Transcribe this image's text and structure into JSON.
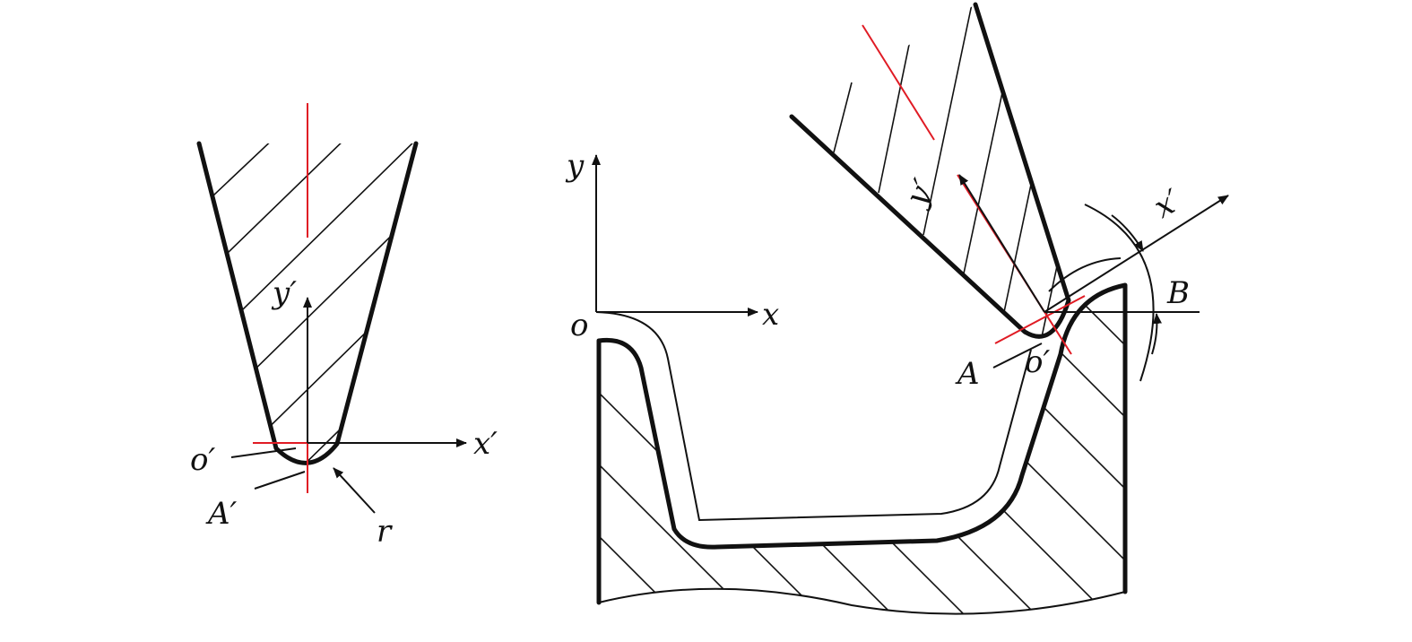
{
  "colors": {
    "line": "#111111",
    "centerline": "#e01b24",
    "background": "#ffffff"
  },
  "left_tool": {
    "labels": {
      "y_axis": "y′",
      "x_axis": "x′",
      "origin": "o′",
      "point": "A′",
      "radius": "r"
    }
  },
  "right_setup": {
    "labels": {
      "global_y": "y",
      "global_x": "x",
      "global_origin": "o",
      "tool_y": "y′",
      "tool_x": "x′",
      "tool_origin": "o′",
      "point_a": "A",
      "point_b": "B"
    }
  }
}
